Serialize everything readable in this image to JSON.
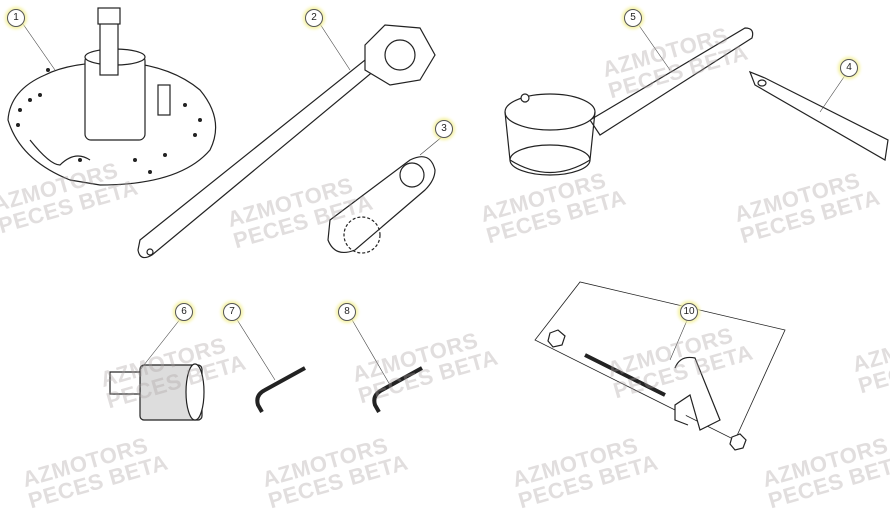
{
  "watermark": {
    "line1": "AZMOTORS",
    "line2": "PECES BETA"
  },
  "callouts": [
    "1",
    "2",
    "3",
    "4",
    "5",
    "6",
    "7",
    "8",
    "10"
  ],
  "colors": {
    "line": "#222222",
    "callout_glow": "#f4f1a0",
    "watermark": "#aaa0a0"
  }
}
